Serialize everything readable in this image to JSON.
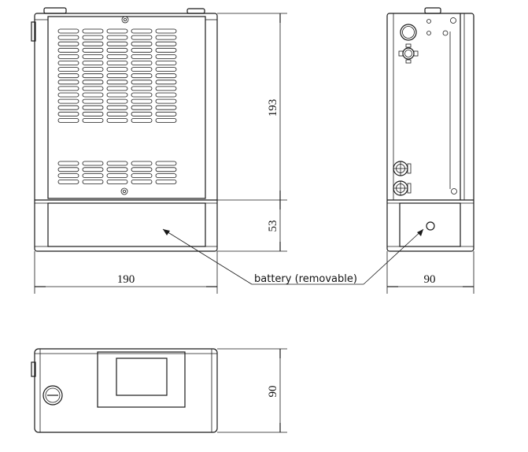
{
  "dimensions": {
    "width": "190",
    "height_upper": "193",
    "height_battery": "53",
    "depth_side": "90",
    "depth_top": "90"
  },
  "callout": {
    "battery": "battery (removable)"
  },
  "colors": {
    "line": "#1a1a1a",
    "background": "#ffffff"
  }
}
